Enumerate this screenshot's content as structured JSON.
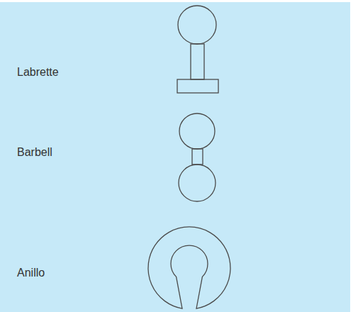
{
  "diagram": {
    "labels": [
      "Labrette",
      "Barbell",
      "Anillo"
    ]
  }
}
